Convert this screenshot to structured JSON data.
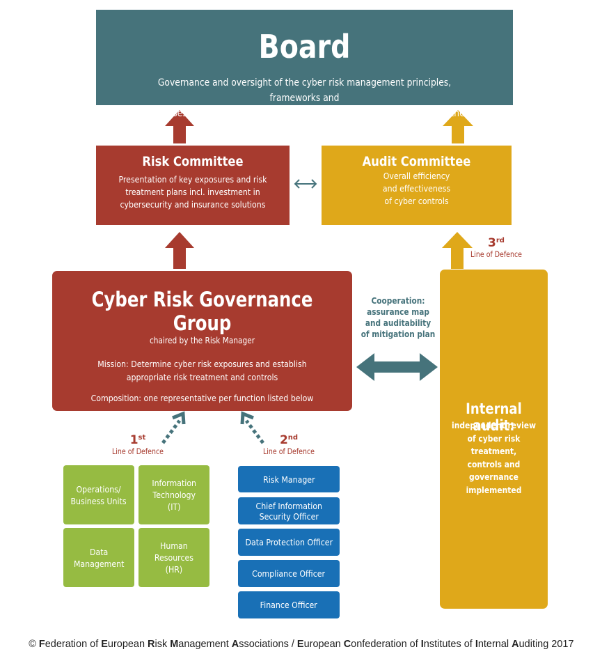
{
  "board": {
    "title": "Board",
    "desc_line1": "Governance and oversight of the cyber risk management principles, frameworks and",
    "desc_line2": "processes according to the organisation resources and the mandate of the Board"
  },
  "risk_committee": {
    "title": "Risk Committee",
    "desc_line1": "Presentation of key exposures and risk",
    "desc_line2": "treatment plans incl. investment  in",
    "desc_line3": "cybersecurity and insurance solutions"
  },
  "audit_committee": {
    "title": "Audit Committee",
    "desc_line1": "Overall efficiency",
    "desc_line2": "and effectiveness",
    "desc_line3": "of cyber controls"
  },
  "crgg": {
    "title": "Cyber Risk Governance Group",
    "subtitle": "chaired by the Risk Manager",
    "mission_line1": "Mission: Determine cyber risk exposures and establish",
    "mission_line2": "appropriate risk treatment and controls",
    "composition": "Composition: one representative per function listed below"
  },
  "cooperation": {
    "line1": "Cooperation:",
    "line2": "assurance map",
    "line3": "and auditability",
    "line4": "of mitigation plan"
  },
  "internal_audit": {
    "title": "Internal audit:",
    "desc_line1": "independent review",
    "desc_line2": "of cyber risk treatment,",
    "desc_line3": "controls and",
    "desc_line4": "governance",
    "desc_line5": "implemented"
  },
  "lines_of_defence": {
    "first": {
      "num": "1",
      "sup": "st",
      "label": "Line of Defence"
    },
    "second": {
      "num": "2",
      "sup": "nd",
      "label": "Line of Defence"
    },
    "third": {
      "num": "3",
      "sup": "rd",
      "label": "Line of Defence"
    }
  },
  "first_line_functions": [
    {
      "line1": "Operations/",
      "line2": "Business Units",
      "line3": ""
    },
    {
      "line1": "Information",
      "line2": "Technology",
      "line3": "(IT)"
    },
    {
      "line1": "Data",
      "line2": "Management",
      "line3": ""
    },
    {
      "line1": "Human",
      "line2": "Resources",
      "line3": "(HR)"
    }
  ],
  "second_line_functions": [
    {
      "line1": "Risk Manager",
      "line2": ""
    },
    {
      "line1": "Chief Information",
      "line2": "Security Officer"
    },
    {
      "line1": "Data Protection Officer",
      "line2": ""
    },
    {
      "line1": "Compliance Officer",
      "line2": ""
    },
    {
      "line1": "Finance Officer",
      "line2": ""
    }
  ],
  "footer": {
    "copyright": "©",
    "part1_initial": "F",
    "part1_rest": "ederation of ",
    "part2_initial": "E",
    "part2_rest": "uropean ",
    "part3_initial": "R",
    "part3_rest": "isk ",
    "part4_initial": "M",
    "part4_rest": "anagement ",
    "part5_initial": "A",
    "part5_rest": "ssociations / ",
    "part6_initial": "E",
    "part6_rest": "uropean ",
    "part7_initial": "C",
    "part7_rest": "onfederation of ",
    "part8_initial": "I",
    "part8_rest": "nstitutes of ",
    "part9_initial": "I",
    "part9_rest": "nternal ",
    "part10_initial": "A",
    "part10_rest": "uditing",
    "year": "2017"
  },
  "colors": {
    "teal": "#46737b",
    "red": "#a73b2f",
    "gold": "#dfa81a",
    "green": "#96bb42",
    "blue": "#1970b6"
  }
}
